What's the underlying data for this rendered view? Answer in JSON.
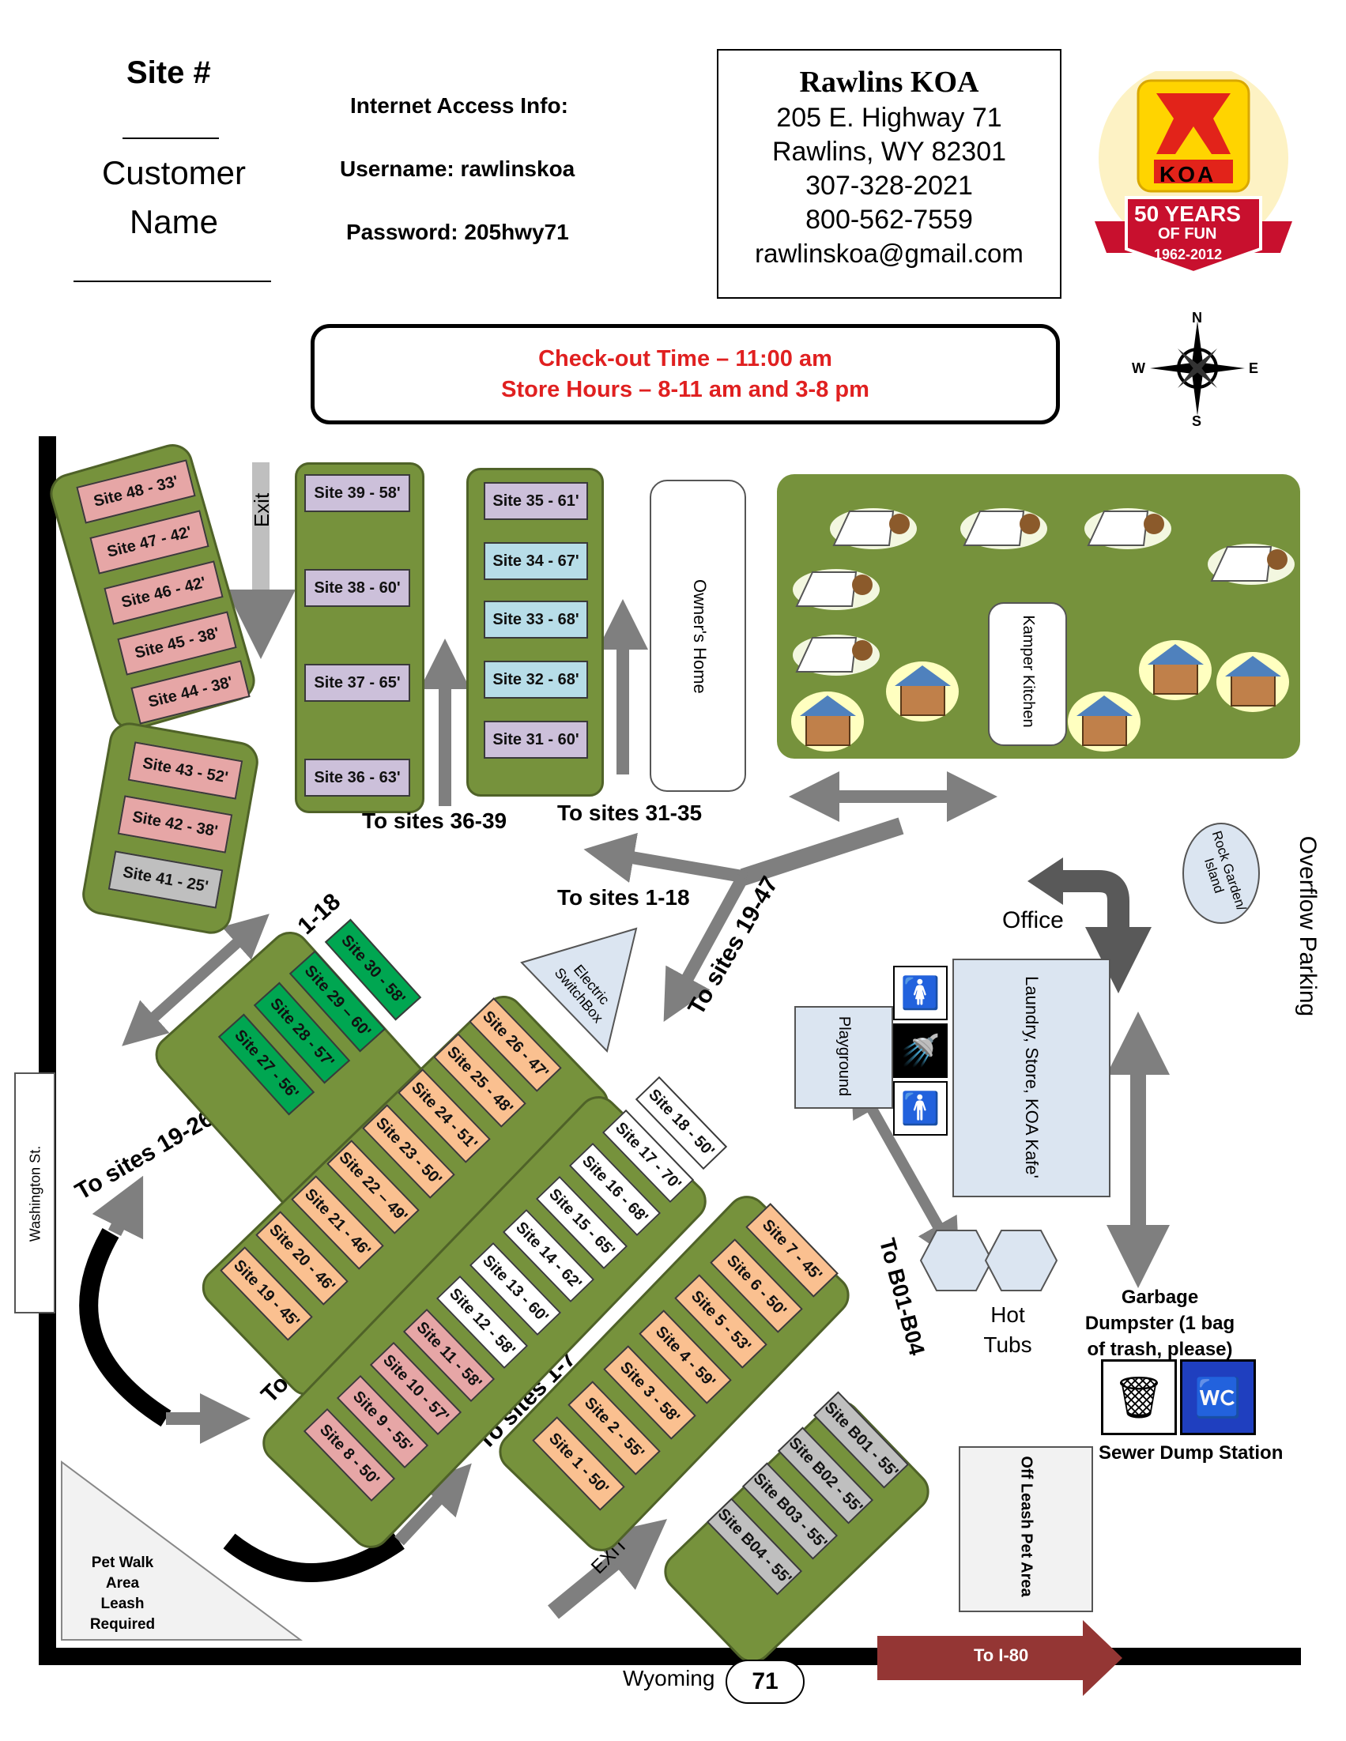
{
  "header": {
    "site_label": "Site #",
    "customer_label_1": "Customer",
    "customer_label_2": "Name",
    "internet_title": "Internet Access Info:",
    "username": "Username: rawlinskoa",
    "password": "Password: 205hwy71"
  },
  "contact": {
    "name": "Rawlins KOA",
    "address1": "205 E. Highway 71",
    "address2": "Rawlins, WY 82301",
    "phone1": "307-328-2021",
    "phone2": "800-562-7559",
    "email": "rawlinskoa@gmail.com"
  },
  "logo": {
    "brand": "KOA",
    "years": "50 YEARS",
    "fun": "OF FUN",
    "dates": "1962-2012"
  },
  "notice": {
    "checkout": "Check-out Time – 11:00 am",
    "store": "Store Hours – 8-11 am and 3-8 pm"
  },
  "compass": {
    "n": "N",
    "e": "E",
    "s": "S",
    "w": "W"
  },
  "sites": {
    "s48": "Site 48 - 33'",
    "s47": "Site 47 - 42'",
    "s46": "Site 46 - 42'",
    "s45": "Site 45 - 38'",
    "s44": "Site 44 - 38'",
    "s43": "Site 43 - 52'",
    "s42": "Site 42 - 38'",
    "s41": "Site 41 - 25'",
    "s39": "Site 39 - 58'",
    "s38": "Site 38 - 60'",
    "s37": "Site 37 - 65'",
    "s36": "Site 36 - 63'",
    "s35": "Site 35 - 61'",
    "s34": "Site 34 - 67'",
    "s33": "Site 33 - 68'",
    "s32": "Site 32 - 68'",
    "s31": "Site 31 - 60'",
    "s30": "Site 30 - 58'",
    "s29": "Site 29 – 60'",
    "s28": "Site 28 - 57'",
    "s27": "Site 27 - 56'",
    "s26": "Site 26 - 47'",
    "s25": "Site 25 - 48'",
    "s24": "Site 24 - 51'",
    "s23": "Site 23 - 50'",
    "s22": "Site 22 – 49'",
    "s21": "Site 21 - 46'",
    "s20": "Site 20 - 46'",
    "s19": "Site 19 - 45'",
    "s18": "Site 18 - 50'",
    "s17": "Site 17 - 70'",
    "s16": "Site 16 - 68'",
    "s15": "Site 15 - 65'",
    "s14": "Site 14 - 62'",
    "s13": "Site 13 - 60'",
    "s12": "Site 12 - 58'",
    "s11": "Site 11 - 58'",
    "s10": "Site 10 - 57'",
    "s9": "Site 9 - 55'",
    "s8": "Site 8 - 50'",
    "s7": "Site 7 - 45'",
    "s6": "Site 6 - 50'",
    "s5": "Site 5 - 53'",
    "s4": "Site 4 - 59'",
    "s3": "Site 3 - 58'",
    "s2": "Site 2 - 55'",
    "s1": "Site 1 - 50'",
    "b01": "Site B01 - 55'",
    "b02": "Site B02 - 55'",
    "b03": "Site B03 - 55'",
    "b04": "Site B04 - 55'"
  },
  "labels": {
    "exit_top": "Exit",
    "exit_bottom": "EXIT",
    "owners_home": "Owner's Home",
    "kamper_kitchen": "Kamper Kitchen",
    "to_36_39": "To sites 36-39",
    "to_31_35": "To sites 31-35",
    "to_1_18_center": "To sites 1-18",
    "to_1_18_left": "To sites 1-18",
    "to_19_47": "To sites 19-47",
    "to_19_26": "To sites 19-26",
    "to_8_18": "To sites 8-18",
    "to_1_7": "To sites 1-7",
    "to_b01_b04": "To B01-B04",
    "electric": "Electric SwitchBox",
    "office": "Office",
    "rock_garden": "Rock Garden/ Island",
    "overflow": "Overflow Parking",
    "laundry": "Laundry, Store, KOA Kafe'",
    "playground": "Playground",
    "hot_tubs_1": "Hot",
    "hot_tubs_2": "Tubs",
    "garbage_1": "Garbage",
    "garbage_2": "Dumpster (1 bag",
    "garbage_3": "of trash, please)",
    "sewer": "Sewer Dump Station",
    "off_leash": "Off Leash Pet Area",
    "pet_walk_1": "Pet Walk",
    "pet_walk_2": "Area",
    "pet_walk_3": "Leash",
    "pet_walk_4": "Required",
    "washington": "Washington St.",
    "wyoming": "Wyoming",
    "hwy": "71",
    "to_i80": "To I-80"
  },
  "colors": {
    "grass": "#76923c",
    "road": "#000000",
    "arrow": "#7f7f7f",
    "alert": "#e02020",
    "i80": "#943634"
  }
}
